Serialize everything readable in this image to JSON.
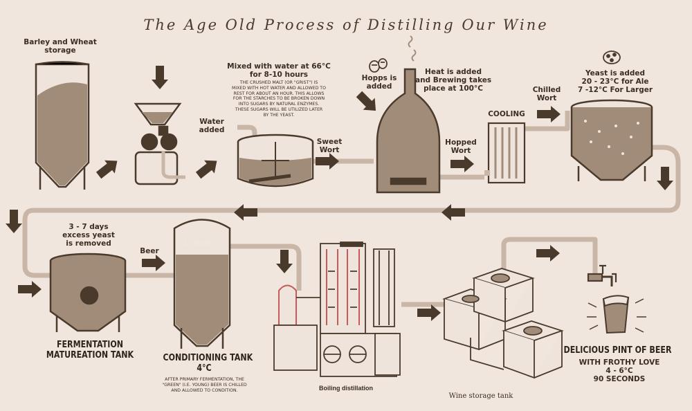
{
  "title": "The Age Old Process of Distilling Our Wine",
  "labels": {
    "storage": "Barley and Wheat\nstorage",
    "mix_title": "Mixed with water at 66°C\nfor 8-10 hours",
    "mix_body": "THE CRUSHED MALT (OR \"GRIST\") IS\nMIXED WITH HOT WATER AND ALLOWED TO\nREST FOR ABOUT AN HOUR. THIS ALLOWS\nFOR THE STARCHES TO BE BROKEN DOWN\nINTO SUGARS BY NATURAL ENZYMES.\nTHESE SUGARS WILL BE UTILIZED LATER\nBY THE YEAST.",
    "water_added": "Water\nadded",
    "sweet_wort": "Sweet\nWort",
    "hopps": "Hopps is\nadded",
    "heat": "Heat is added\nand Brewing takes\nplace at 100°C",
    "hopped_wort": "Hopped\nWort",
    "cooling": "COOLING",
    "chilled_wort": "Chilled\nWort",
    "yeast": "Yeast is added\n20 - 23°C for Ale\n7 -12°C For Larger",
    "days": "3 - 7 days\nexcess yeast\nis removed",
    "beer": "Beer",
    "week": "1 Week",
    "fermentation": "FERMENTATION\nMATUREATION TANK",
    "conditioning": "CONDITIONING TANK\n4°C",
    "conditioning_body": "AFTER PRIMARY FERMENTATION, THE\n\"GREEN\" (I.E. YOUNG) BEER IS CHILLED\nAND ALLOWED TO CONDITION.",
    "boiling": "Boiling distillation",
    "wine_storage": "Wine storage tank",
    "pint_title": "DELICIOUS PINT OF BEER",
    "pint_body": "WITH FROTHY LOVE\n4 - 6°C\n90 SECONDS"
  },
  "colors": {
    "background": "#f1e6de",
    "pipe": "#c9b6a6",
    "vessel_fill": "#a08c78",
    "liquid": "#8f7a65",
    "arrow": "#4a3a2c",
    "still_accent": "#c85a5a"
  },
  "icons": [
    "down-arrow-icon",
    "right-arrow-icon",
    "left-arrow-icon",
    "hops-icon",
    "steam-icon",
    "yeast-icon",
    "tap-icon",
    "beer-glass-icon"
  ]
}
